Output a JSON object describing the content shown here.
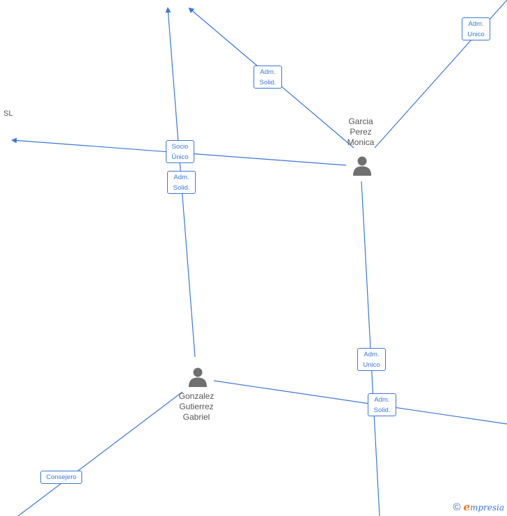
{
  "people": [
    {
      "id": "garcia",
      "name_lines": [
        "Garcia",
        "Perez",
        "Monica"
      ]
    },
    {
      "id": "gonzalez",
      "name_lines": [
        "Gonzalez",
        "Gutierrez",
        "Gabriel"
      ]
    }
  ],
  "company": {
    "label": "SL"
  },
  "roles": {
    "adm_unico_top": [
      "Adm.",
      "Unico"
    ],
    "adm_solid_top": [
      "Adm.",
      "Solid."
    ],
    "socio_unico": [
      "Socio",
      "Único"
    ],
    "adm_solid_left": [
      "Adm.",
      "Solid."
    ],
    "adm_unico_mid": [
      "Adm.",
      "Unico"
    ],
    "adm_solid_bottom": [
      "Adm.",
      "Solid."
    ],
    "consejero": [
      "Consejero"
    ]
  },
  "footer": {
    "copyright": "©",
    "brand_first": "e",
    "brand_rest": "mpresia"
  },
  "colors": {
    "edge": "#3a78d8",
    "person": "#707070",
    "brand_accent": "#e87a1a"
  }
}
